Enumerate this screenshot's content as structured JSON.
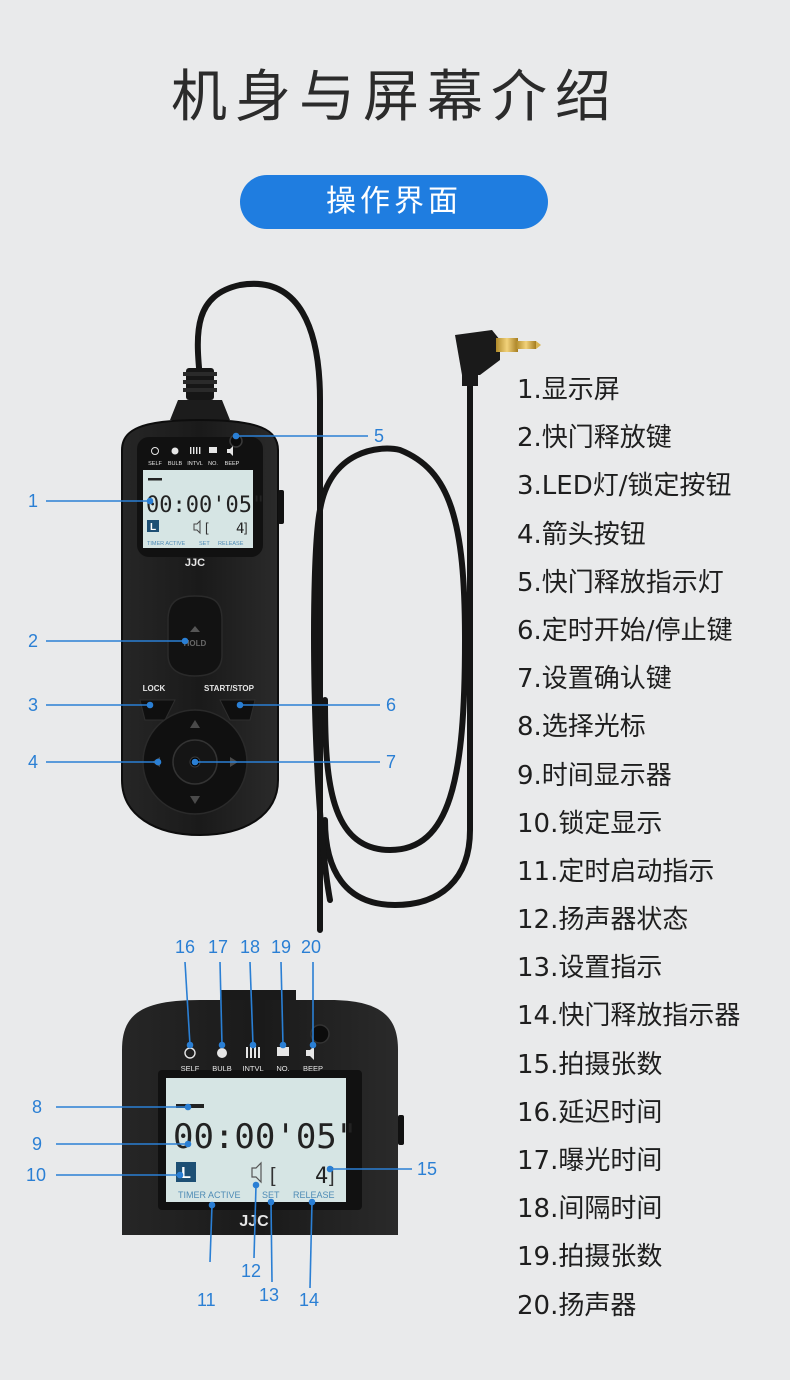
{
  "page": {
    "title": "机身与屏幕介绍",
    "section_label": "操作界面"
  },
  "device": {
    "lcd_icons": [
      "SELF",
      "BULB",
      "INTVL",
      "NO.",
      "BEEP"
    ],
    "lcd_time": "00:00'05\"",
    "lcd_lock_glyph": "L",
    "lcd_count": "4",
    "lcd_status": [
      "TIMER ACTIVE",
      "SET",
      "RELEASE"
    ],
    "brand": "JJC",
    "lock_label": "LOCK",
    "start_stop_label": "START/STOP",
    "hold_label": "HOLD"
  },
  "callouts": {
    "main": [
      "1",
      "2",
      "3",
      "4",
      "5",
      "6",
      "7"
    ],
    "zoom": [
      "8",
      "9",
      "10",
      "11",
      "12",
      "13",
      "14",
      "15",
      "16",
      "17",
      "18",
      "19",
      "20"
    ]
  },
  "legend": [
    "1.显示屏",
    "2.快门释放键",
    "3.LED灯/锁定按钮",
    "4.箭头按钮",
    "5.快门释放指示灯",
    "6.定时开始/停止键",
    "7.设置确认键",
    "8.选择光标",
    "9.时间显示器",
    "10.锁定显示",
    "11.定时启动指示",
    "12.扬声器状态",
    "13.设置指示",
    "14.快门释放指示器",
    "15.拍摄张数",
    "16.延迟时间",
    "17.曝光时间",
    "18.间隔时间",
    "19.拍摄张数",
    "20.扬声器"
  ],
  "colors": {
    "accent": "#1f7de0",
    "callout": "#2a7fd4",
    "lcd": "#d6e5e4",
    "lcd_ink": "#222222",
    "device_body": "#1b1b1b"
  }
}
